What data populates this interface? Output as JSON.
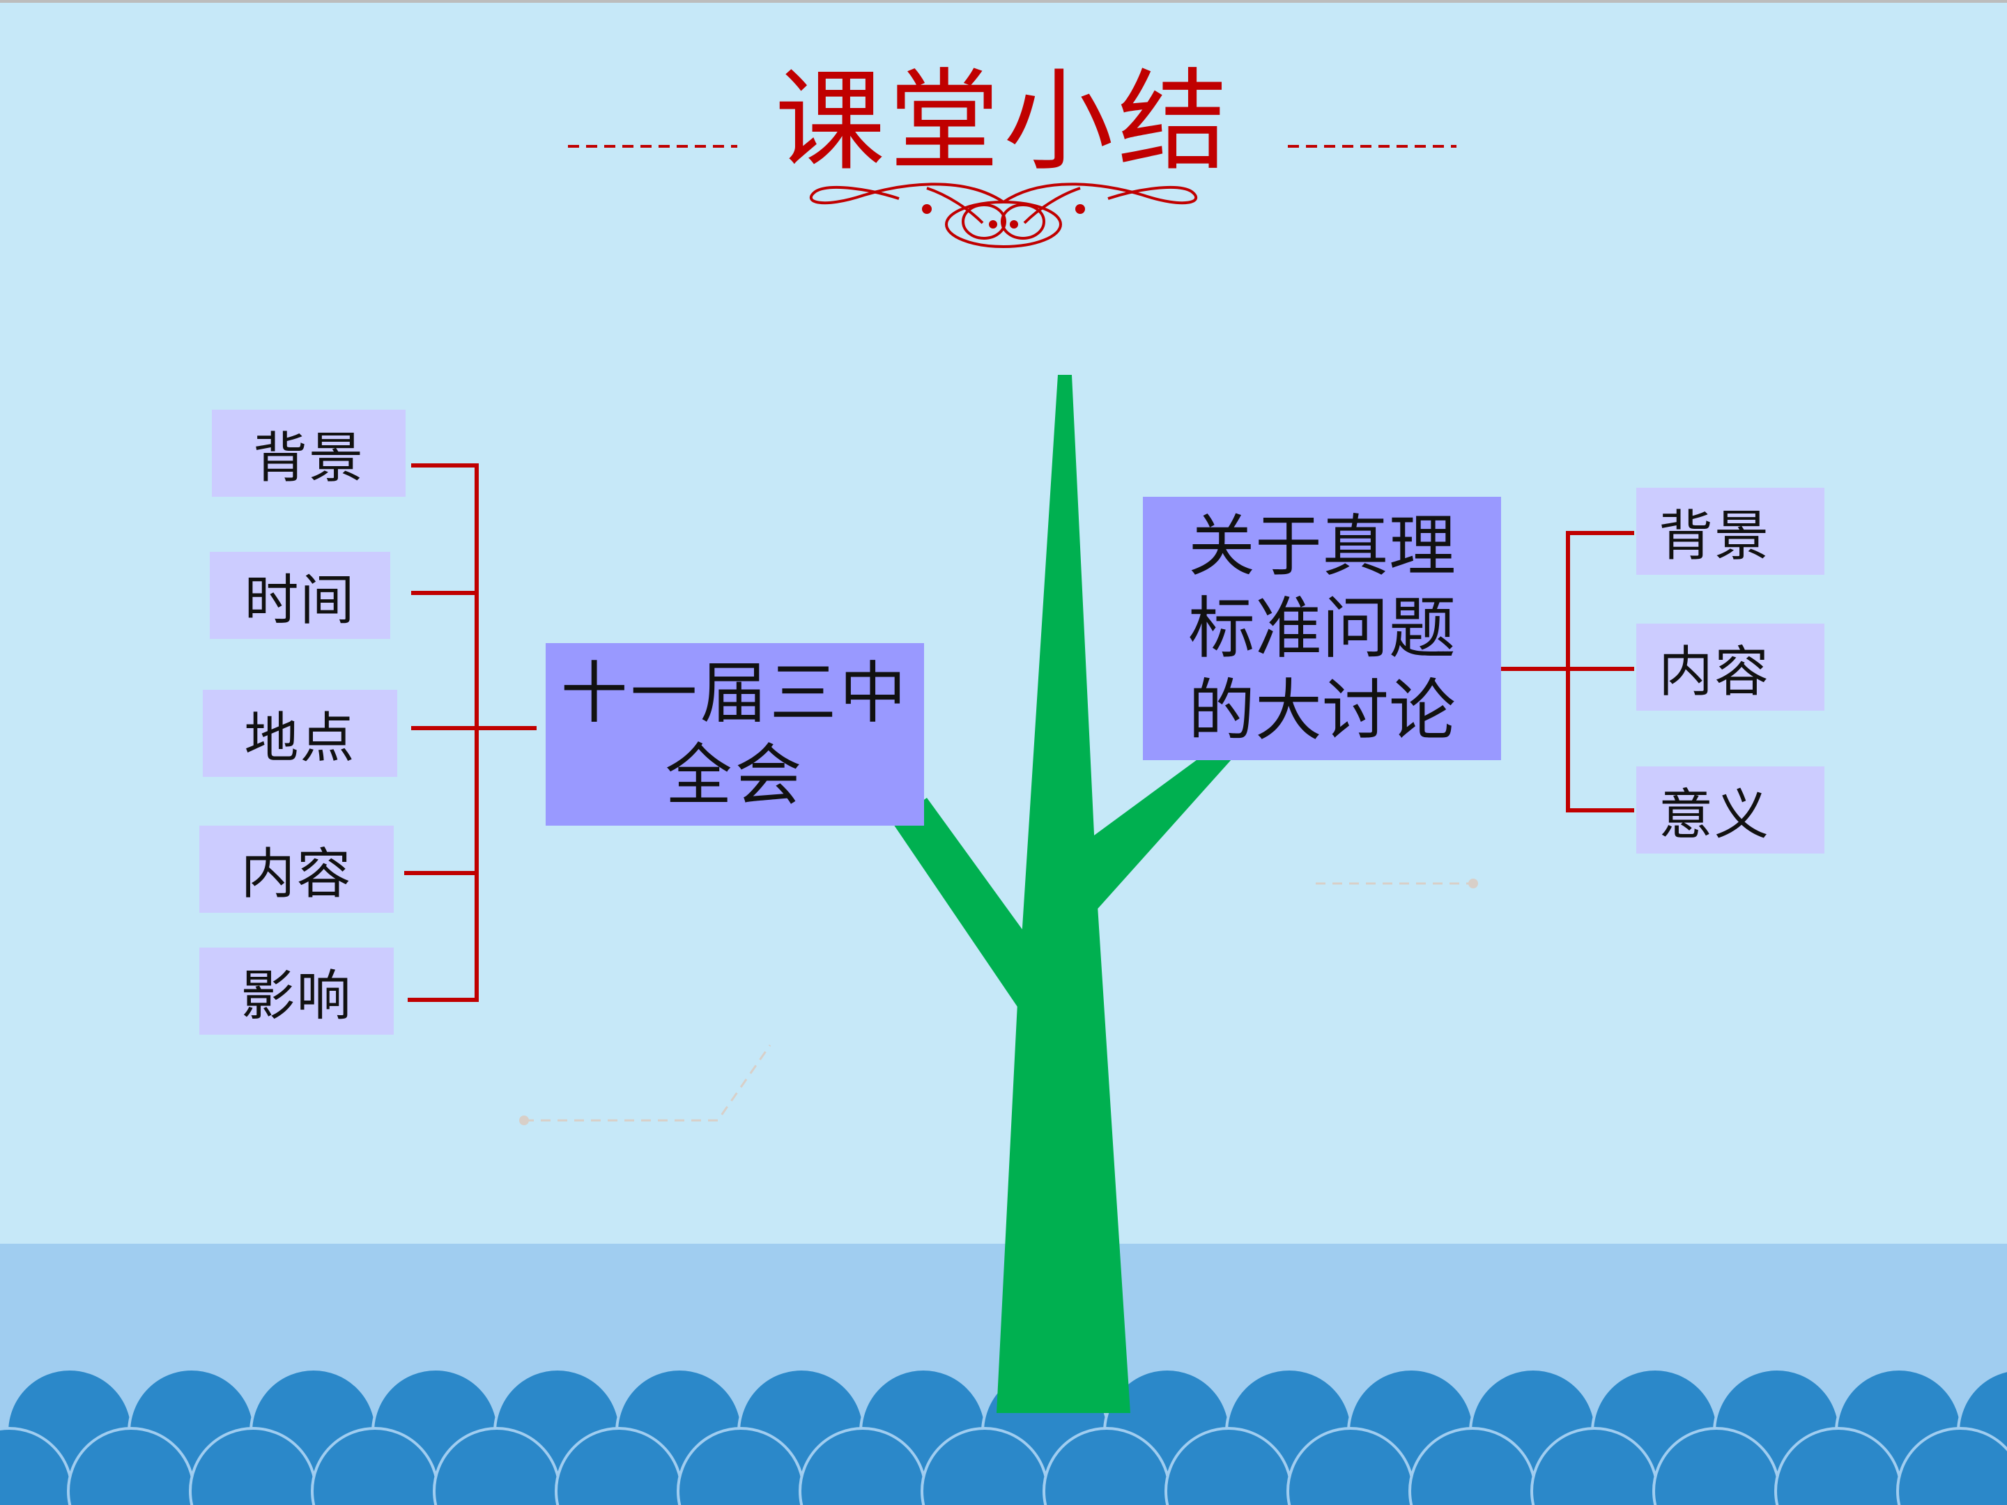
{
  "title": "课堂小结",
  "colors": {
    "background": "#c6e8f8",
    "water": "#a0cdf0",
    "waves": "#2b88c9",
    "trunk": "#00b050",
    "connector": "#c00000",
    "title": "#c00000",
    "leaf_box": "#ccccff",
    "main_box": "#9999ff"
  },
  "left_group": {
    "main_line1": "十一届三中",
    "main_line2": "全会",
    "items": [
      "背景",
      "时间",
      "地点",
      "内容",
      "影响"
    ]
  },
  "right_group": {
    "main_line1": "关于真理",
    "main_line2": "标准问题",
    "main_line3": "的大讨论",
    "items": [
      "背景",
      "内容",
      "意义"
    ]
  }
}
